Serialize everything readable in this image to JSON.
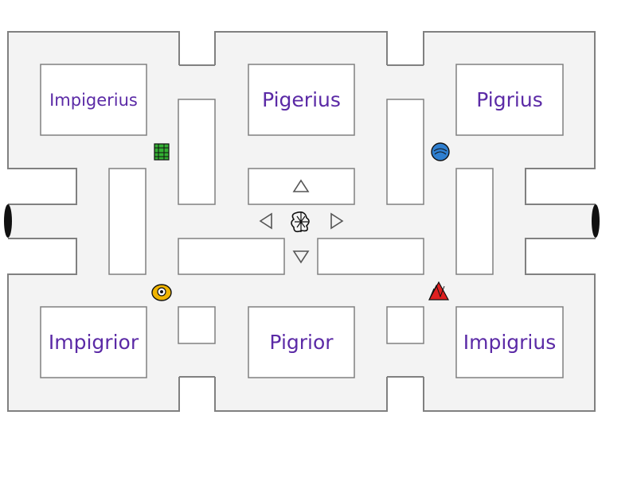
{
  "rooms": {
    "top_left": "Impigerius",
    "top_middle": "Pigerius",
    "top_right": "Pigrius",
    "bottom_left": "Impigrior",
    "bottom_middle": "Pigrior",
    "bottom_right": "Impigrius"
  },
  "colors": {
    "floor": "#f3f3f3",
    "wall": "#ffffff",
    "wall_outline": "#808080",
    "label": "#5b2aa6",
    "portal": "#111111",
    "arrow": "#555555"
  },
  "players": [
    {
      "name": "green-player-token",
      "color": "#33b033"
    },
    {
      "name": "blue-player-token",
      "color": "#2f7fd0"
    },
    {
      "name": "yellow-player-token",
      "color": "#f0b400"
    },
    {
      "name": "red-player-token",
      "color": "#e02020"
    },
    {
      "name": "black-player-token",
      "color": "#111111"
    }
  ],
  "controls": {
    "up": "up-arrow-icon",
    "down": "down-arrow-icon",
    "left": "left-arrow-icon",
    "right": "right-arrow-icon"
  }
}
